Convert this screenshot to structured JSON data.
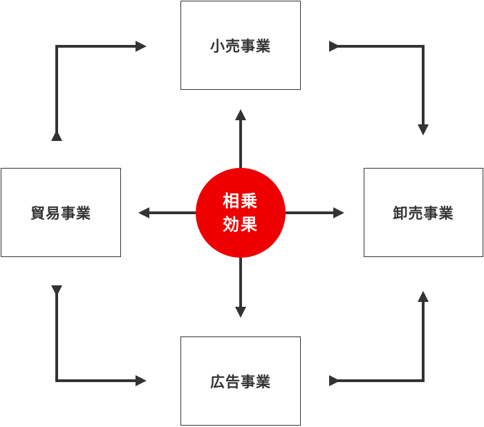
{
  "diagram": {
    "nodes": {
      "top": "小売事業",
      "left": "貿易事業",
      "right": "卸売事業",
      "bottom": "広告事業"
    },
    "center": {
      "line1": "相乗",
      "line2": "効果"
    },
    "colors": {
      "center_fill": "#ee0000",
      "center_text": "#ffffff",
      "stroke": "#333333",
      "box_text": "#333333"
    }
  }
}
